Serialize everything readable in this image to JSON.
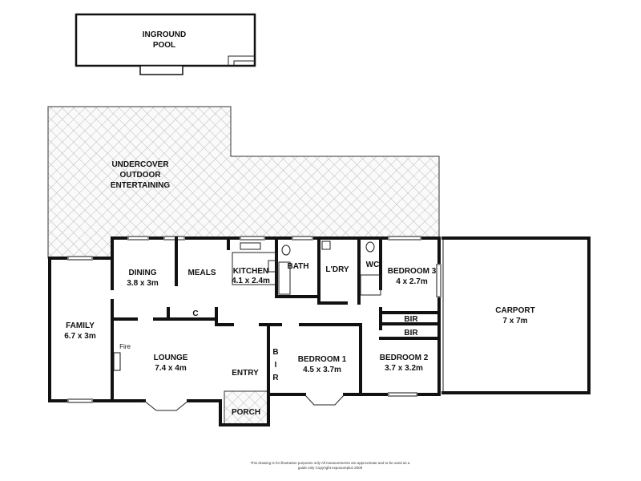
{
  "pool": {
    "line1": "INGROUND",
    "line2": "POOL"
  },
  "outdoor": {
    "line1": "UNDERCOVER",
    "line2": "OUTDOOR",
    "line3": "ENTERTAINING"
  },
  "rooms": {
    "family": {
      "name": "FAMILY",
      "size": "6.7 x 3m"
    },
    "dining": {
      "name": "DINING",
      "size": "3.8 x 3m"
    },
    "meals": {
      "name": "MEALS"
    },
    "kitchen": {
      "name": "KITCHEN",
      "size": "4.1 x 2.4m"
    },
    "bath": {
      "name": "BATH"
    },
    "laundry": {
      "name": "L'DRY"
    },
    "wc": {
      "name": "WC"
    },
    "bedroom3": {
      "name": "BEDROOM 3",
      "size": "4 x 2.7m"
    },
    "cupboard": {
      "name": "C"
    },
    "bir_upper": {
      "name": "BIR"
    },
    "bir_lower": {
      "name": "BIR"
    },
    "carport": {
      "name": "CARPORT",
      "size": "7 x 7m"
    },
    "fire": {
      "name": "Fire"
    },
    "lounge": {
      "name": "LOUNGE",
      "size": "7.4 x 4m"
    },
    "entry": {
      "name": "ENTRY"
    },
    "bir_bed1": {
      "l1": "B",
      "l2": "I",
      "l3": "R"
    },
    "bedroom1": {
      "name": "BEDROOM 1",
      "size": "4.5 x 3.7m"
    },
    "bedroom2": {
      "name": "BEDROOM 2",
      "size": "3.7 x 3.2m"
    },
    "porch": {
      "name": "PORCH"
    }
  },
  "disclaimer": {
    "line1": "This drawing is for illustration purposes only All measurements are approximate and to be used as a",
    "line2": "guide only Copyright exposureplus 2009"
  },
  "colors": {
    "wall": "#111111",
    "hatch": "#bbbbbb"
  }
}
